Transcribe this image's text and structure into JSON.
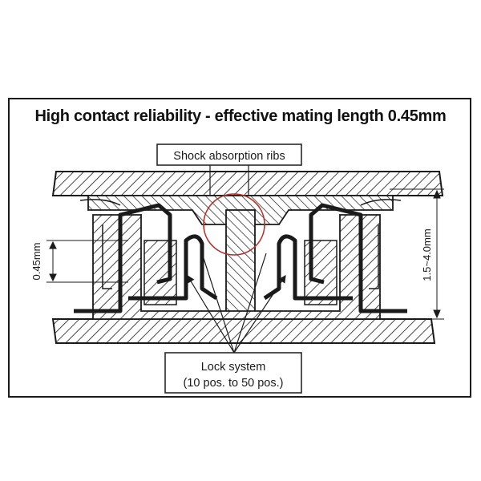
{
  "title": "High contact reliability - effective mating length 0.45mm",
  "labels": {
    "shock_ribs": "Shock absorption ribs",
    "lock_line1": "Lock system",
    "lock_line2": "(10 pos. to 50 pos.)",
    "mating_length": "0.45mm",
    "height_range": "1.5~4.0mm"
  },
  "colors": {
    "ink": "#1a1a1a",
    "highlight_circle": "#b5302a",
    "background": "#ffffff"
  }
}
